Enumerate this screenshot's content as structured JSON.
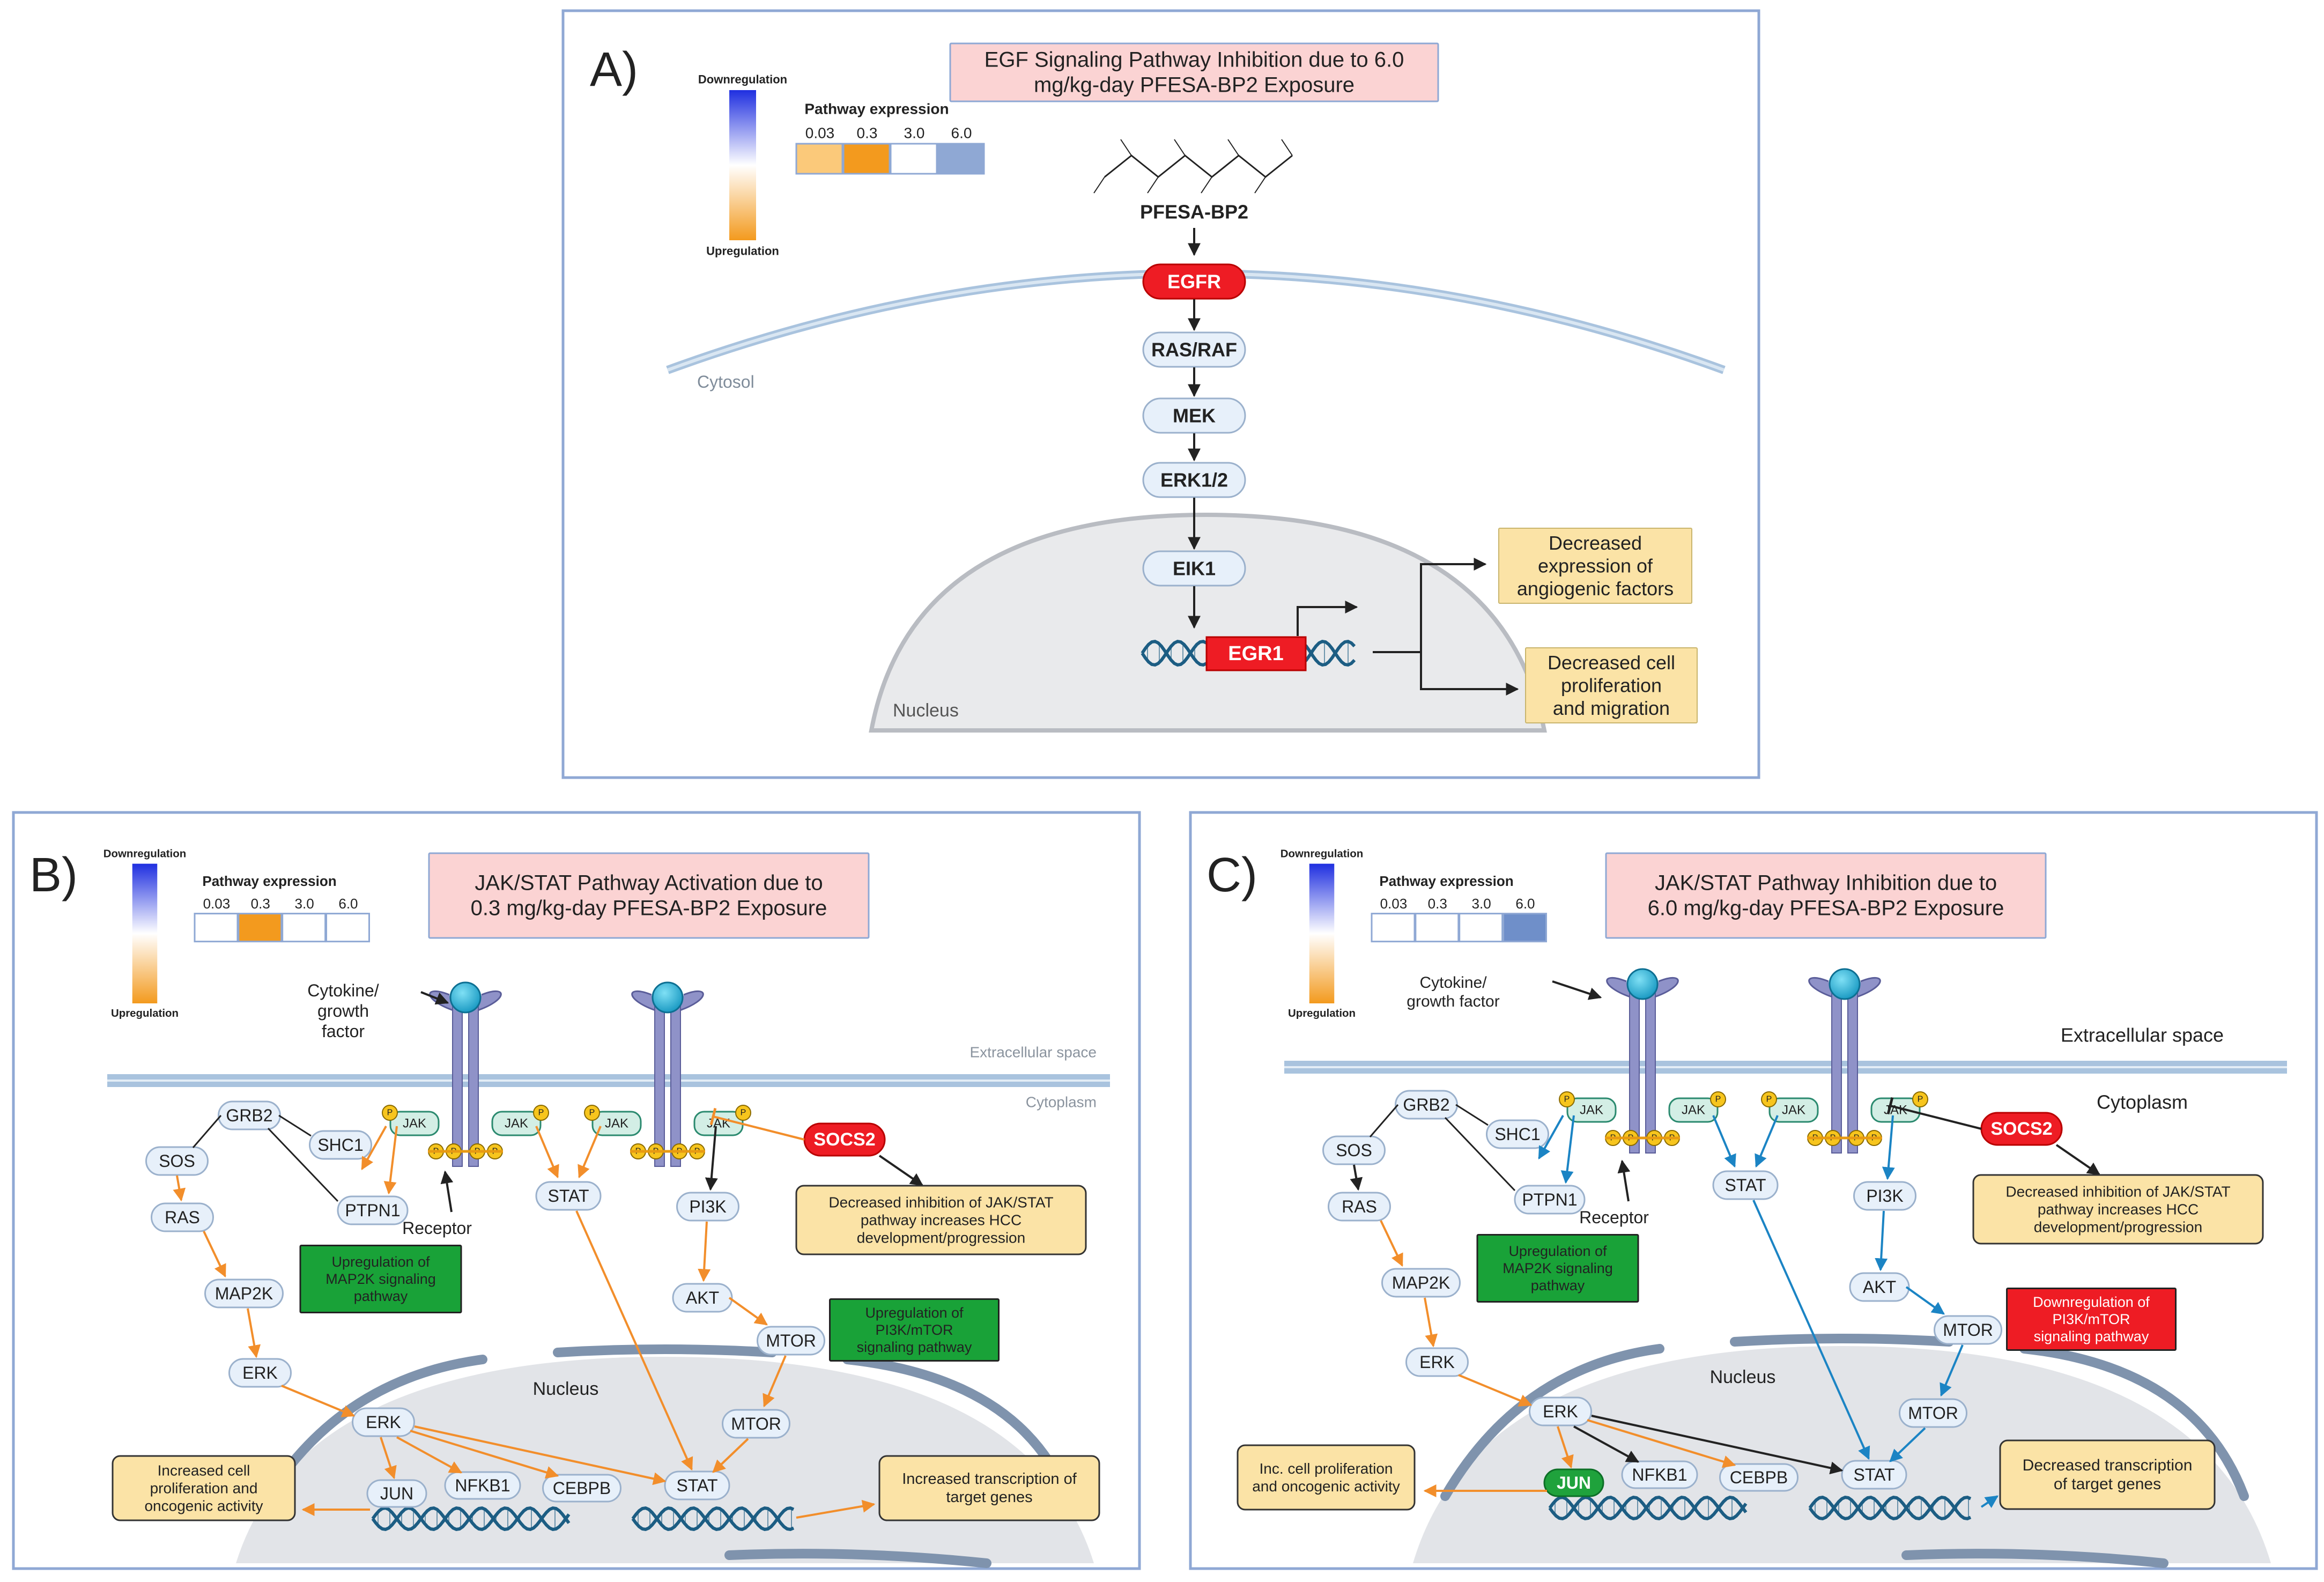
{
  "panels": [
    {
      "key": "A",
      "letter": "A)",
      "title_lines": [
        "EGF Signaling Pathway Inhibition due to 6.0",
        "mg/kg-day PFESA-BP2 Exposure"
      ],
      "legend": {
        "down": "Downregulation",
        "up": "Upregulation",
        "title": "Pathway expression",
        "doses": [
          "0.03",
          "0.3",
          "3.0",
          "6.0"
        ],
        "cell_colors": [
          "#fbc97a",
          "#f39a1e",
          "#ffffff",
          "#8fa8d4"
        ]
      },
      "compartments": [
        "Cytosol",
        "Nucleus"
      ],
      "compound": "PFESA-BP2",
      "nodes": [
        "EGFR",
        "RAS/RAF",
        "MEK",
        "ERK1/2",
        "EIK1",
        "EGR1"
      ],
      "outcomes": [
        [
          "Decreased",
          "expression of",
          "angiogenic factors"
        ],
        [
          "Decreased cell",
          "proliferation",
          "and migration"
        ]
      ]
    },
    {
      "key": "B",
      "letter": "B)",
      "title_lines": [
        "JAK/STAT Pathway Activation due to",
        "0.3 mg/kg-day PFESA-BP2 Exposure"
      ],
      "legend": {
        "down": "Downregulation",
        "up": "Upregulation",
        "title": "Pathway expression",
        "doses": [
          "0.03",
          "0.3",
          "3.0",
          "6.0"
        ],
        "cell_colors": [
          "#ffffff",
          "#f39a1e",
          "#ffffff",
          "#ffffff"
        ]
      },
      "compartments": [
        "Extracellular space",
        "Cytoplasm",
        "Nucleus"
      ],
      "cytokine": [
        "Cytokine/",
        "growth",
        "factor"
      ],
      "receptor": "Receptor",
      "jak": "JAK",
      "p": "P",
      "socs": "SOCS2",
      "nodes": [
        "GRB2",
        "SOS",
        "SHC1",
        "PTPN1",
        "RAS",
        "MAP2K",
        "ERK",
        "ERK",
        "JUN",
        "NFKB1",
        "CEBPB",
        "STAT",
        "STAT",
        "PI3K",
        "AKT",
        "MTOR",
        "MTOR"
      ],
      "signal_boxes": [
        [
          "Upregulation of",
          "MAP2K signaling",
          "pathway"
        ],
        [
          "Upregulation of",
          "PI3K/mTOR",
          "signaling pathway"
        ]
      ],
      "outcomes": [
        [
          "Decreased inhibition of JAK/STAT",
          "pathway increases HCC",
          "development/progression"
        ],
        [
          "Increased cell",
          "proliferation and",
          "oncogenic activity"
        ],
        [
          "Increased transcription of",
          "target genes"
        ]
      ]
    },
    {
      "key": "C",
      "letter": "C)",
      "title_lines": [
        "JAK/STAT Pathway Inhibition due to",
        "6.0 mg/kg-day PFESA-BP2 Exposure"
      ],
      "legend": {
        "down": "Downregulation",
        "up": "Upregulation",
        "title": "Pathway expression",
        "doses": [
          "0.03",
          "0.3",
          "3.0",
          "6.0"
        ],
        "cell_colors": [
          "#ffffff",
          "#ffffff",
          "#ffffff",
          "#6f8fc9"
        ]
      },
      "compartments": [
        "Extracellular space",
        "Cytoplasm",
        "Nucleus"
      ],
      "cytokine": [
        "Cytokine/",
        "growth factor"
      ],
      "receptor": "Receptor",
      "jak": "JAK",
      "p": "P",
      "socs": "SOCS2",
      "nodes": [
        "GRB2",
        "SOS",
        "SHC1",
        "PTPN1",
        "RAS",
        "MAP2K",
        "ERK",
        "ERK",
        "JUN",
        "NFKB1",
        "CEBPB",
        "STAT",
        "STAT",
        "PI3K",
        "AKT",
        "MTOR",
        "MTOR"
      ],
      "signal_boxes": [
        [
          "Upregulation of",
          "MAP2K signaling",
          "pathway"
        ],
        [
          "Downregulation of",
          "PI3K/mTOR",
          "signaling pathway"
        ]
      ],
      "outcomes": [
        [
          "Decreased inhibition of JAK/STAT",
          "pathway increases HCC",
          "development/progression"
        ],
        [
          "Inc. cell proliferation",
          "and oncogenic activity"
        ],
        [
          "Decreased transcription",
          "of target genes"
        ]
      ]
    }
  ],
  "colors": {
    "panel_border": "#8fa8d4",
    "title_fill": "#fbd3d3",
    "node_fill": "#e7f0fa",
    "node_stroke": "#9bb1cc",
    "red_node": "#ee1c24",
    "green_node": "#1fa23c",
    "green_box": "#19a238",
    "red_box": "#ee1c24",
    "outcome_fill": "#fbe3a6",
    "orange_arrow": "#f28e2b",
    "blue_arrow": "#1b84c4",
    "membrane": "#a9c3de",
    "nucleus_fill": "#e2e4e8",
    "nucleus_rim": "#7f93ad",
    "dna": "#1c5d83",
    "receptor": "#8f92c8",
    "jak_fill": "#d3eee5",
    "phospho": "#f7c51d"
  }
}
